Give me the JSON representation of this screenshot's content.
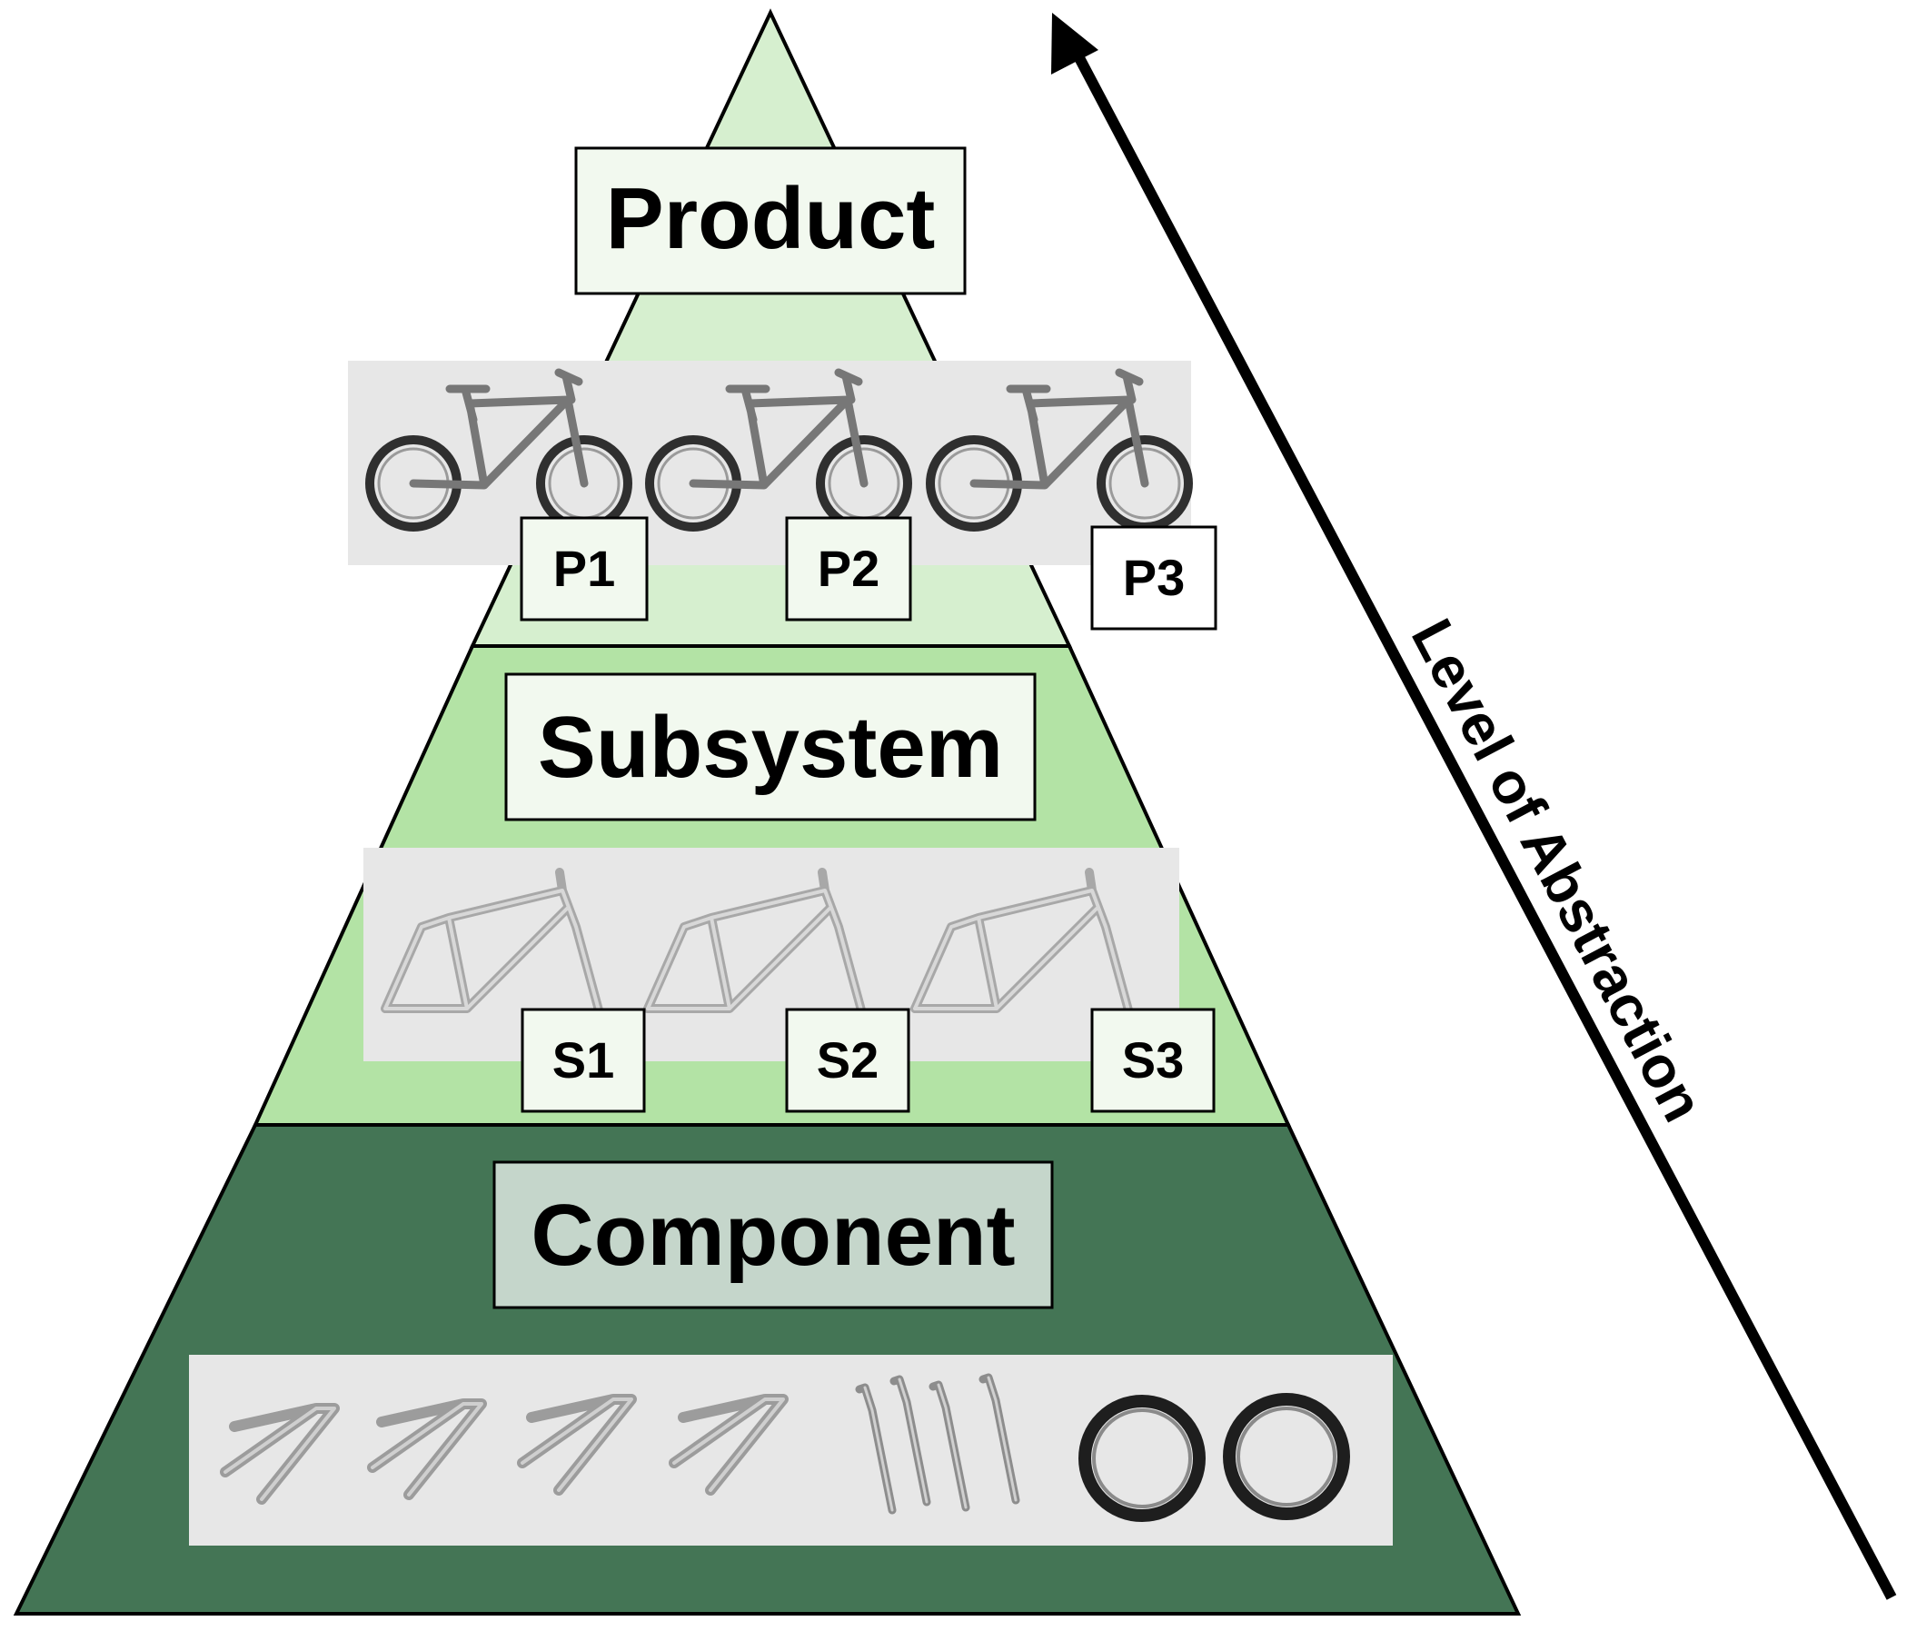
{
  "diagram": {
    "axis": {
      "label": "Level of Abstraction"
    },
    "tiers": [
      {
        "label": "Product",
        "items": [
          "P1",
          "P2",
          "P3"
        ],
        "image": "bicycle-icon"
      },
      {
        "label": "Subsystem",
        "items": [
          "S1",
          "S2",
          "S3"
        ],
        "image": "bike-frame-icon"
      },
      {
        "label": "Component",
        "items": [],
        "image": "bike-parts-icon"
      }
    ],
    "colors": {
      "product_band": "#d6efcf",
      "subsystem_band": "#b3e3a5",
      "component_band": "#447555",
      "image_strip": "#e7e7e7",
      "label_box": "#f2f9ef",
      "component_label_box": "#c5d6cb"
    }
  }
}
